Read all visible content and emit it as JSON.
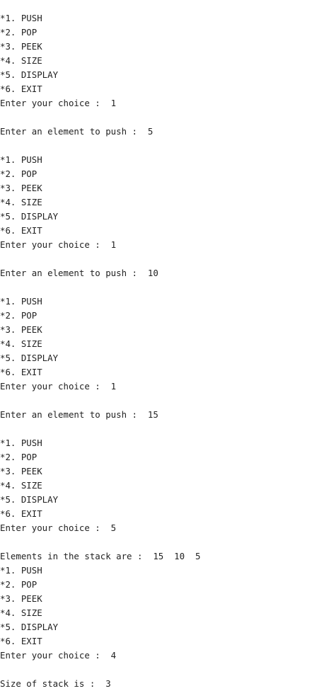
{
  "console": {
    "lines": [
      "*1. PUSH",
      "*2. POP",
      "*3. PEEK",
      "*4. SIZE",
      "*5. DISPLAY",
      "*6. EXIT",
      "Enter your choice :  1",
      "",
      "Enter an element to push :  5",
      "",
      "*1. PUSH",
      "*2. POP",
      "*3. PEEK",
      "*4. SIZE",
      "*5. DISPLAY",
      "*6. EXIT",
      "Enter your choice :  1",
      "",
      "Enter an element to push :  10",
      "",
      "*1. PUSH",
      "*2. POP",
      "*3. PEEK",
      "*4. SIZE",
      "*5. DISPLAY",
      "*6. EXIT",
      "Enter your choice :  1",
      "",
      "Enter an element to push :  15",
      "",
      "*1. PUSH",
      "*2. POP",
      "*3. PEEK",
      "*4. SIZE",
      "*5. DISPLAY",
      "*6. EXIT",
      "Enter your choice :  5",
      "",
      "Elements in the stack are :  15  10  5",
      "*1. PUSH",
      "*2. POP",
      "*3. PEEK",
      "*4. SIZE",
      "*5. DISPLAY",
      "*6. EXIT",
      "Enter your choice :  4",
      "",
      "Size of stack is :  3"
    ]
  }
}
